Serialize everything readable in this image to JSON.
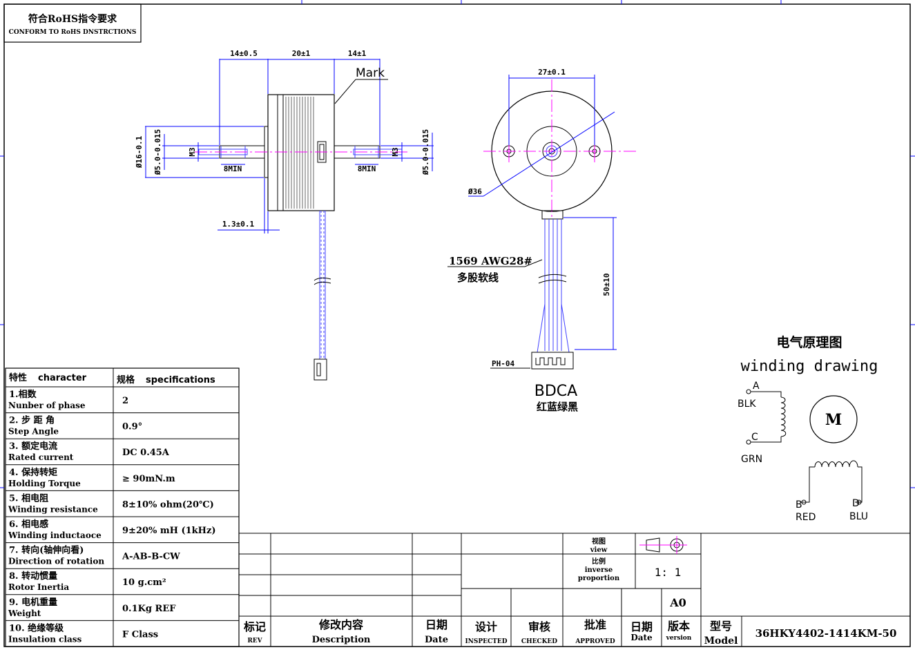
{
  "rohs": {
    "zh": "符合RoHS指令要求",
    "en": "CONFORM TO RoHS DNSTRCTIONS"
  },
  "side_view": {
    "dim_left_length": "14±0.5",
    "dim_body_length": "20±1",
    "dim_right_length": "14±1",
    "mark_label": "Mark",
    "dim_outer_dia": "Ø16-0.1",
    "dim_shaft_dia_left": "Ø5.0-0.015",
    "dim_shaft_dia_right": "Ø5.0-0.015",
    "thread_left": "M3",
    "thread_right": "M3",
    "thread_depth_left": "8MIN",
    "thread_depth_right": "8MIN",
    "dim_flange": "1.3±0.1"
  },
  "front_view": {
    "dim_hole_spacing": "27±0.1",
    "dim_body_dia": "Ø36",
    "wire_spec": "1569 AWG28#",
    "wire_desc": "多股软线",
    "dim_lead_length": "50±10",
    "connector": "PH-04",
    "pin_order": "BDCA",
    "color_order": "红蓝绿黑"
  },
  "winding": {
    "title_zh": "电气原理图",
    "title_en": "winding drawing",
    "motor_label": "M",
    "terminals": [
      {
        "letter": "A",
        "color": "BLK"
      },
      {
        "letter": "C",
        "color": "GRN"
      },
      {
        "letter": "B",
        "color": "RED"
      },
      {
        "letter": "D",
        "color": "BLU"
      }
    ]
  },
  "spec_table": {
    "header_char_zh": "特性",
    "header_char_en": "character",
    "header_spec_zh": "规格",
    "header_spec_en": "specifications",
    "rows": [
      {
        "zh": "1.相数",
        "en": "Nunber of phase",
        "value": "2"
      },
      {
        "zh": "2. 步 距 角",
        "en": "Step Angle",
        "value": "0.9°"
      },
      {
        "zh": "3. 额定电流",
        "en": "Rated current",
        "value": "DC  0.45A"
      },
      {
        "zh": "4. 保持转矩",
        "en": "Holding Torque",
        "value": "≥ 90mN.m"
      },
      {
        "zh": "5. 相电阻",
        "en": "Winding resistance",
        "value": "8±10% ohm(20℃)"
      },
      {
        "zh": "6. 相电感",
        "en": "Winding inductaoce",
        "value": "9±20% mH (1kHz)"
      },
      {
        "zh": "7. 转向(轴伸向看)",
        "en": "Direction of rotation",
        "value": "A-AB-B-CW"
      },
      {
        "zh": "8. 转动惯量",
        "en": "Rotor Inertia",
        "value": "10 g.cm²"
      },
      {
        "zh": "9. 电机重量",
        "en": "Weight",
        "value": "0.1Kg REF"
      },
      {
        "zh": "10. 绝缘等级",
        "en": "Insulation class",
        "value": "F Class"
      }
    ]
  },
  "title_block": {
    "view_zh": "视图",
    "view_en": "view",
    "scale_zh": "比例",
    "scale_en1": "inverse",
    "scale_en2": "proportion",
    "scale_value": "1: 1",
    "version_value": "A0",
    "rev_zh": "标记",
    "rev_en": "REV",
    "desc_zh": "修改内容",
    "desc_en": "Description",
    "date_zh": "日期",
    "date_en": "Date",
    "design_zh": "设计",
    "design_en": "INSPECTED",
    "check_zh": "审核",
    "check_en": "CHECKED",
    "approve_zh": "批准",
    "approve_en": "APPROVED",
    "date2_zh": "日期",
    "date2_en": "Date",
    "version_zh": "版本",
    "version_en": "version",
    "model_zh": "型号",
    "model_en": "Model",
    "model_value": "36HKY4402-1414KM-50"
  }
}
